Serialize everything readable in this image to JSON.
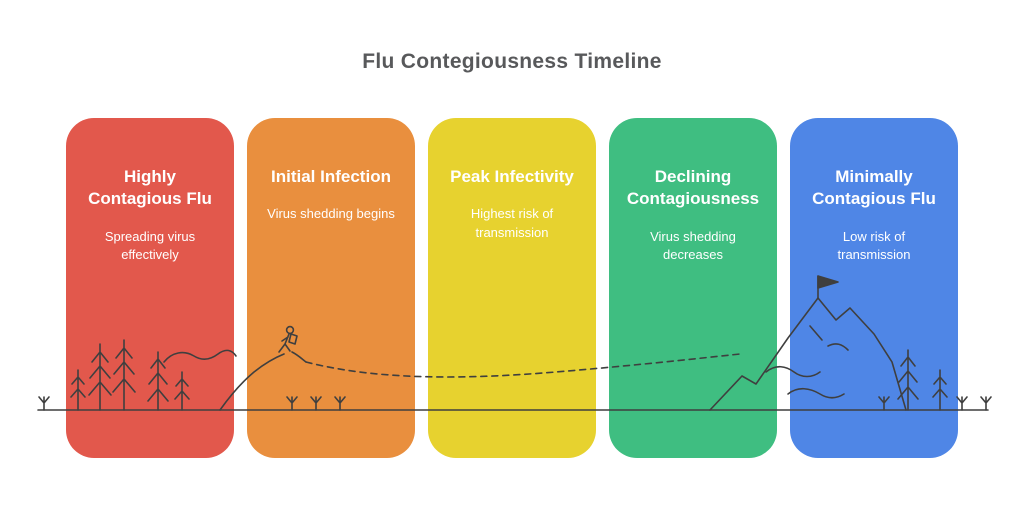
{
  "title": "Flu Contegiousness Timeline",
  "stages": [
    {
      "title": "Highly\nContagious Flu",
      "description": "Spreading virus\neffectively",
      "color": "#e2584c"
    },
    {
      "title": "Initial Infection",
      "description": "Virus shedding begins",
      "color": "#e98f3e"
    },
    {
      "title": "Peak Infectivity",
      "description": "Highest risk of\ntransmission",
      "color": "#e7d22f"
    },
    {
      "title": "Declining\nContagiousness",
      "description": "Virus shedding\ndecreases",
      "color": "#3fbe81"
    },
    {
      "title": "Minimally\nContagious Flu",
      "description": "Low risk of\ntransmission",
      "color": "#4f86e6"
    }
  ],
  "illustration": {
    "stroke_color": "#3f3f3f",
    "icons": [
      "pine-tree-icon",
      "sprout-icon",
      "hiker-icon",
      "trail-dashed-line",
      "mountain-icon",
      "flag-icon",
      "ground-line"
    ]
  }
}
